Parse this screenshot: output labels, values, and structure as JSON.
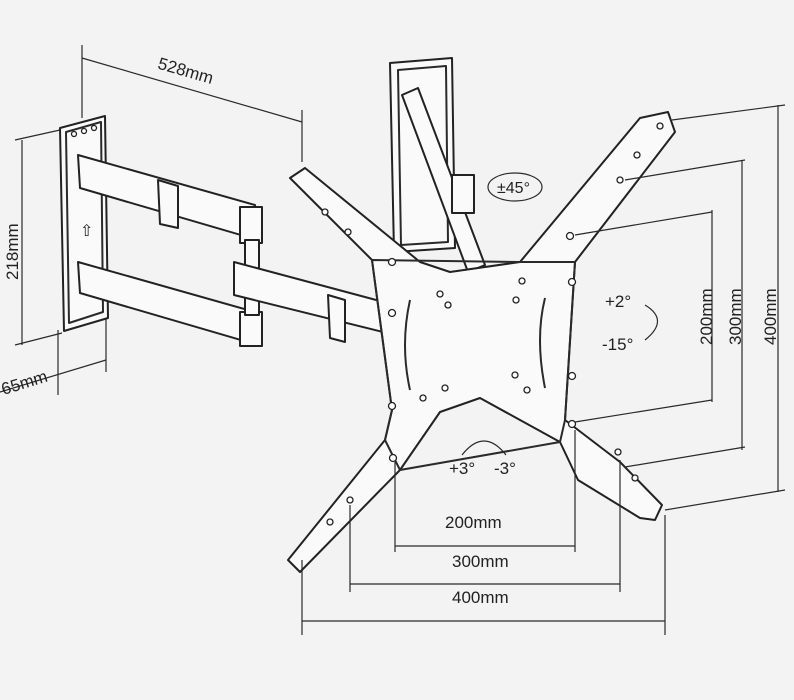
{
  "dimensions": {
    "arm_extension": "528mm",
    "wall_plate_height": "218mm",
    "wall_profile": "65mm",
    "vesa_vertical": [
      "200mm",
      "300mm",
      "400mm"
    ],
    "vesa_horizontal": [
      "200mm",
      "300mm",
      "400mm"
    ]
  },
  "angles": {
    "swivel": "±45°",
    "tilt_up": "+2°",
    "tilt_down": "-15°",
    "rotate_left": "+3°",
    "rotate_right": "-3°"
  }
}
